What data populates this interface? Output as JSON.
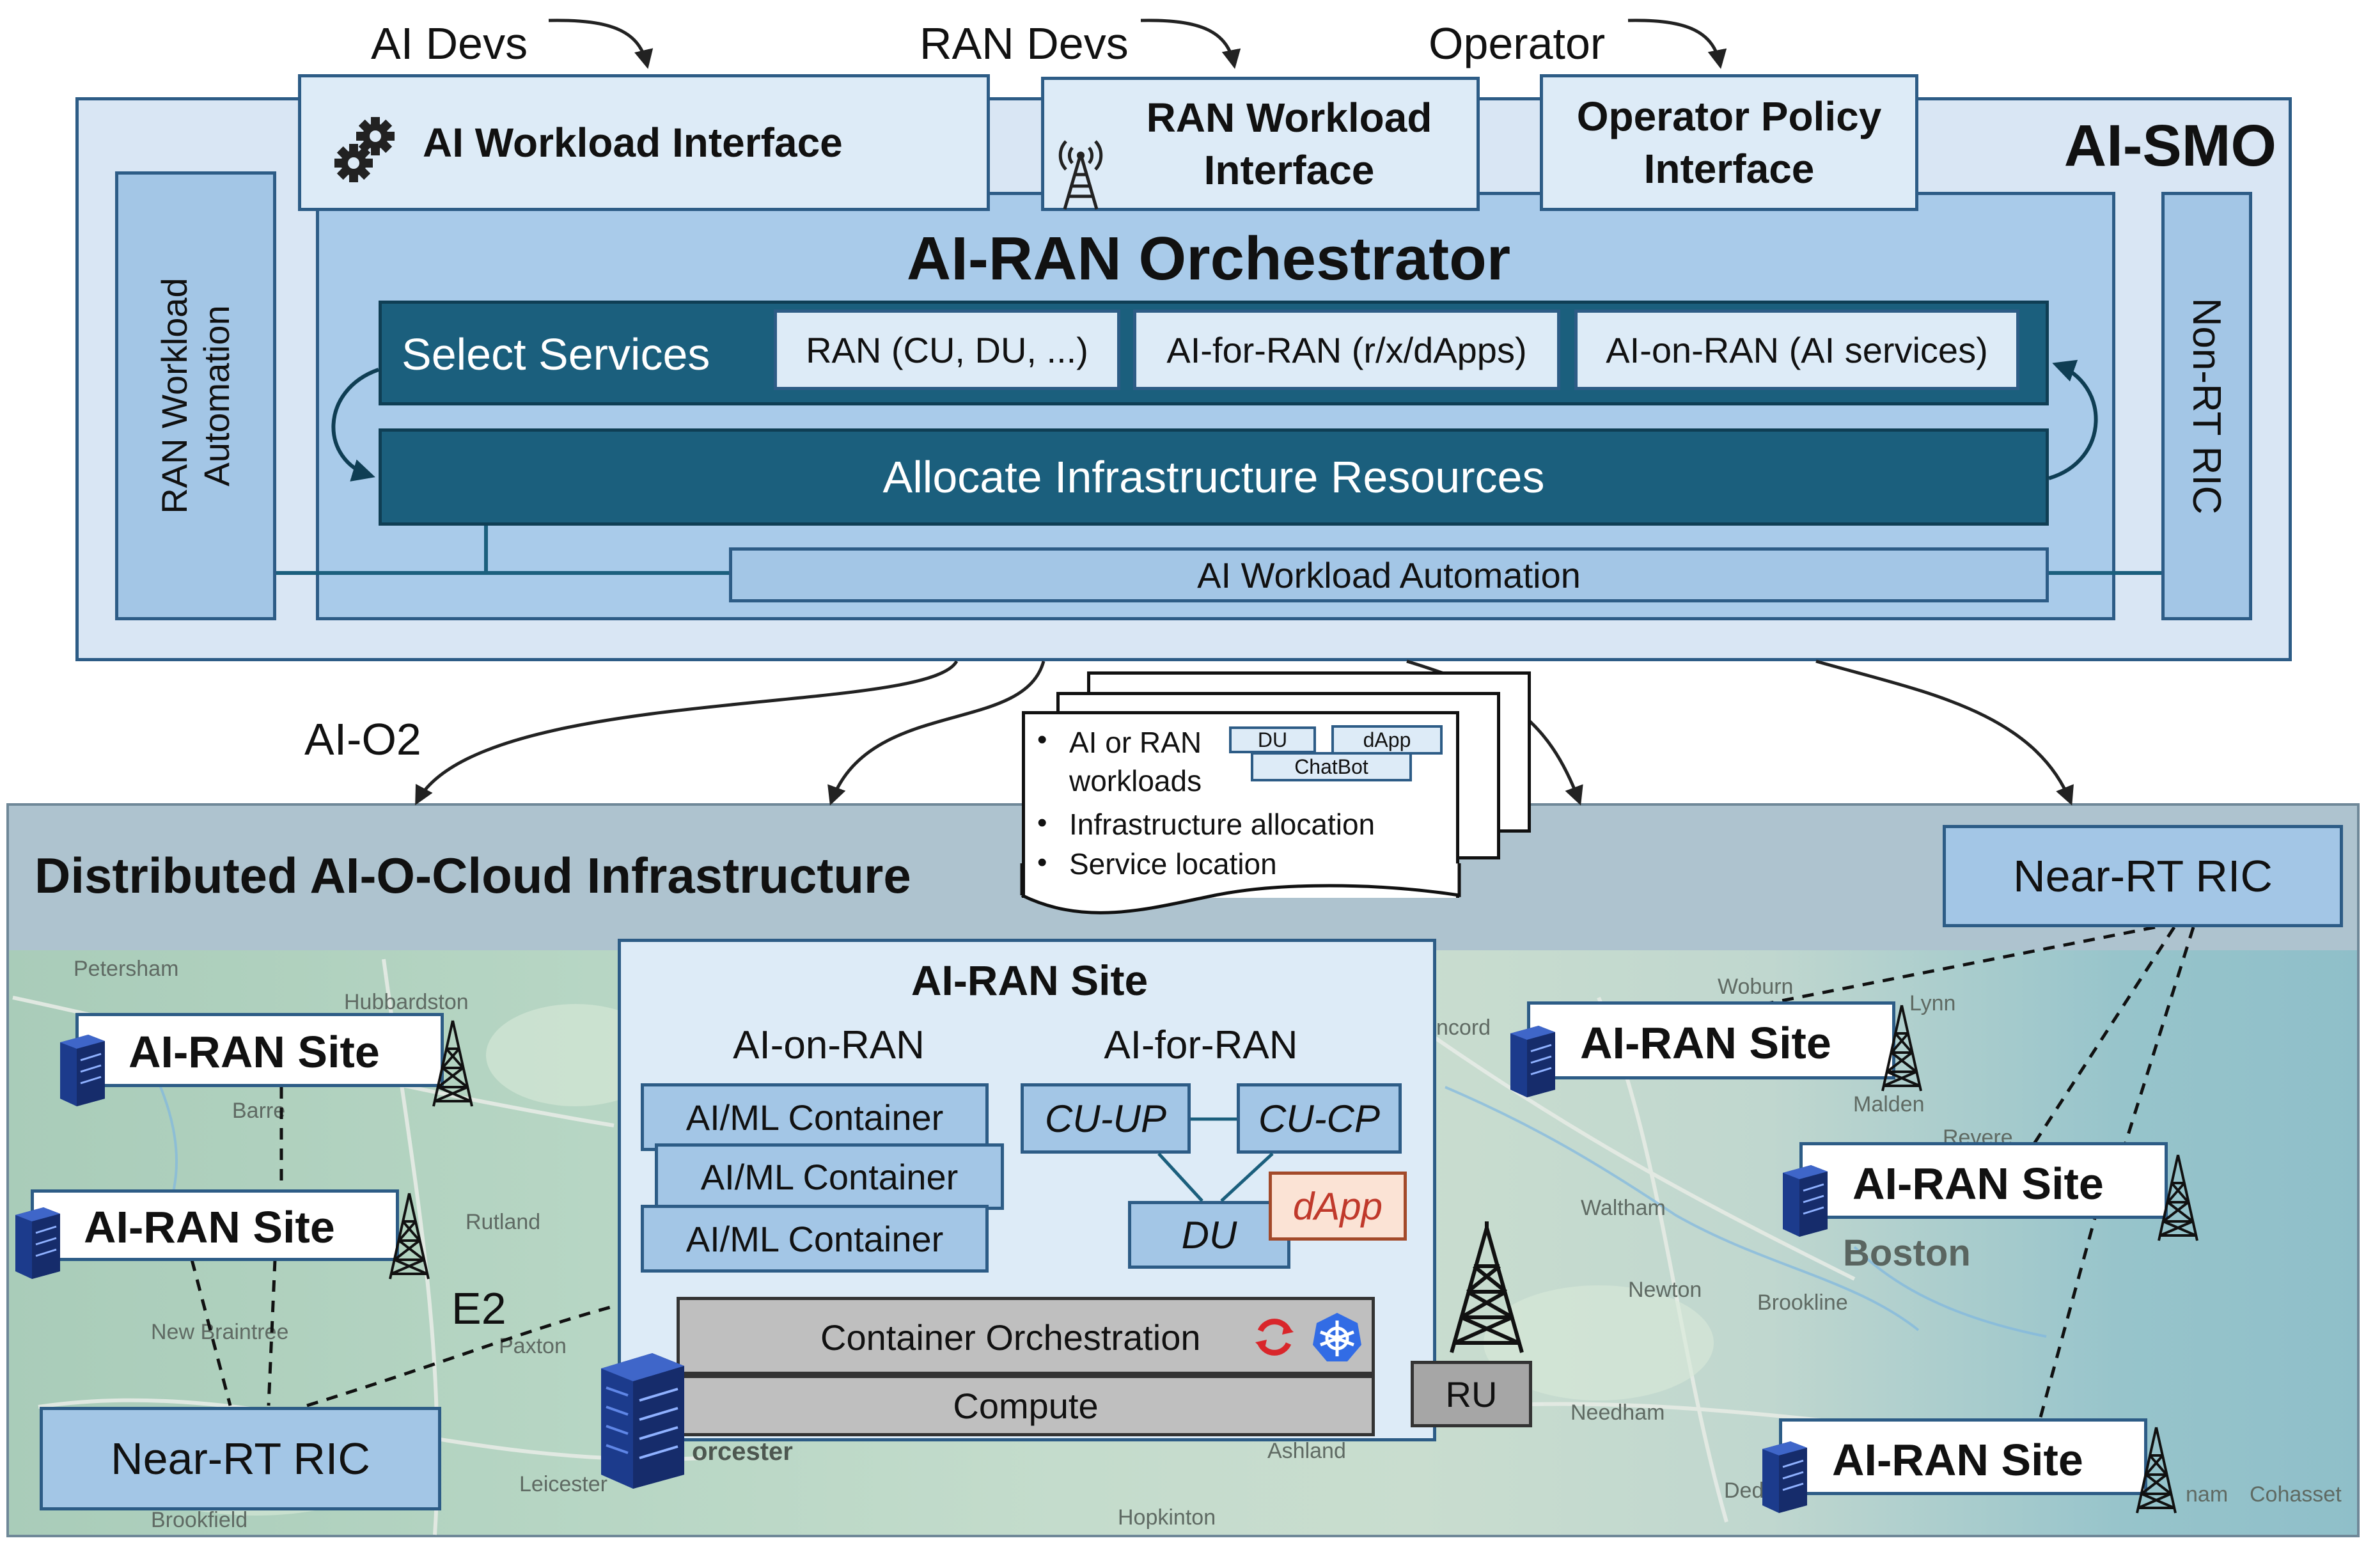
{
  "top": {
    "ai_devs": "AI Devs",
    "ran_devs": "RAN Devs",
    "operator": "Operator"
  },
  "smo": {
    "title": "AI-SMO",
    "ai_workload_interface": "AI Workload Interface",
    "ran_workload_interface_l1": "RAN Workload",
    "ran_workload_interface_l2": "Interface",
    "operator_policy_l1": "Operator Policy",
    "operator_policy_l2": "Interface",
    "ran_workload_automation_l1": "RAN Workload",
    "ran_workload_automation_l2": "Automation",
    "non_rt_ric": "Non-RT RIC"
  },
  "orchestrator": {
    "title": "AI-RAN Orchestrator",
    "select_services": "Select Services",
    "services": [
      "RAN (CU, DU, ...)",
      "AI-for-RAN (r/x/dApps)",
      "AI-on-RAN (AI services)"
    ],
    "allocate": "Allocate Infrastructure Resources",
    "ai_workload_automation": "AI Workload Automation"
  },
  "links": {
    "ai_o2": "AI-O2",
    "e2": "E2"
  },
  "doc": {
    "item1_l1": "AI or RAN",
    "item1_l2": "workloads",
    "item2": "Infrastructure allocation",
    "item3": "Service location",
    "tags": [
      "DU",
      "dApp",
      "ChatBot"
    ],
    "bullet": "•"
  },
  "cloud": {
    "title": "Distributed AI-O-Cloud Infrastructure",
    "near_rt_ric": "Near-RT RIC"
  },
  "site": {
    "title": "AI-RAN Site",
    "ai_on_ran": "AI-on-RAN",
    "ai_for_ran": "AI-for-RAN",
    "containers": [
      "AI/ML  Container",
      "AI/ML  Container",
      "AI/ML  Container"
    ],
    "cu_up": "CU-UP",
    "cu_cp": "CU-CP",
    "du": "DU",
    "dapp": "dApp",
    "container_orchestration": "Container Orchestration",
    "compute": "Compute",
    "ru": "RU"
  },
  "remote_sites": [
    "AI-RAN Site",
    "AI-RAN Site",
    "AI-RAN Site",
    "AI-RAN Site",
    "AI-RAN Site"
  ],
  "near_rt_ric_bottom": "Near-RT RIC",
  "map_labels": [
    "Petersham",
    "Hubbardston",
    "Barre",
    "Rutland",
    "New Braintree",
    "Paxton",
    "Brookfield",
    "Leicester",
    "orcester",
    "Ashland",
    "Hopkinton",
    "Woburn",
    "Lynn",
    "Malden",
    "Revere",
    "Waltham",
    "Boston",
    "Brookline",
    "Newton",
    "Needham",
    "Dedha",
    "Cohasset",
    "ncord",
    "nam"
  ],
  "colors": {
    "smo_bg": "#d9e6f4",
    "orch_bg": "#a9cbea",
    "dark_teal": "#1b5f7d",
    "light_box": "#ddebf7",
    "mid_box": "#a3c6e6",
    "cloud_band": "#aec3cf",
    "map_bg": "#b4d4c4",
    "dapp": "#fbe3d5",
    "gray": "#bfbfbf"
  }
}
